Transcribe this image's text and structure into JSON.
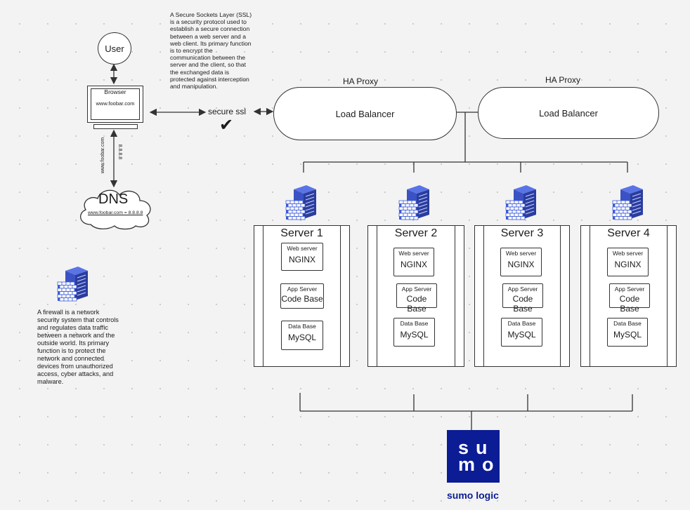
{
  "user": {
    "label": "User"
  },
  "browser": {
    "title": "Browser",
    "url": "www.foobar.com"
  },
  "dns": {
    "title": "DNS",
    "record": "www.foobar.com = 8.8.8.8",
    "arrow_left_label": "www.foobar.com",
    "arrow_right_label": "8.8.8.8"
  },
  "ssl": {
    "label": "secure ssl",
    "check": "✔",
    "description": "A Secure Sockets Layer (SSL)\nis a security protocol used to\nestablish a secure connection\nbetween a web server and a\nweb client. Its primary function\nis to encrypt the\ncommunication between the\nserver and the client, so that\nthe exchanged data is\nprotected against interception\nand manipulation."
  },
  "proxies": [
    {
      "heading": "HA Proxy",
      "label": "Load Balancer"
    },
    {
      "heading": "HA Proxy",
      "label": "Load Balancer"
    }
  ],
  "servers": [
    {
      "name": "Server 1",
      "web_small": "Web server",
      "web_big": "NGINX",
      "app_small": "App Server",
      "app_big": "Code Base",
      "db_small": "Data Base",
      "db_big": "MySQL"
    },
    {
      "name": "Server 2",
      "web_small": "Web server",
      "web_big": "NGINX",
      "app_small": "App Server",
      "app_big": "Code Base",
      "db_small": "Data Base",
      "db_big": "MySQL"
    },
    {
      "name": "Server 3",
      "web_small": "Web server",
      "web_big": "NGINX",
      "app_small": "App Server",
      "app_big": "Code Base",
      "db_small": "Data Base",
      "db_big": "MySQL"
    },
    {
      "name": "Server 4",
      "web_small": "Web server",
      "web_big": "NGINX",
      "app_small": "App Server",
      "app_big": "Code Base",
      "db_small": "Data Base",
      "db_big": "MySQL"
    }
  ],
  "firewall": {
    "description": "A firewall is a network\nsecurity system that controls\nand regulates data traffic\nbetween a network and the\noutside world. Its primary\nfunction is to protect the\nnetwork and connected\ndevices from unauthorized\naccess, cyber attacks, and\nmalware."
  },
  "sumo": {
    "logo_line1": "su",
    "logo_line2": "mo",
    "caption": "sumo logic"
  },
  "colors": {
    "sumo_blue": "#0b1c94",
    "firewall_bricks": "#3d5bd6",
    "server_rack": "#2a3d9e"
  },
  "icons": [
    "firewall-server-icon",
    "checkmark-icon"
  ]
}
